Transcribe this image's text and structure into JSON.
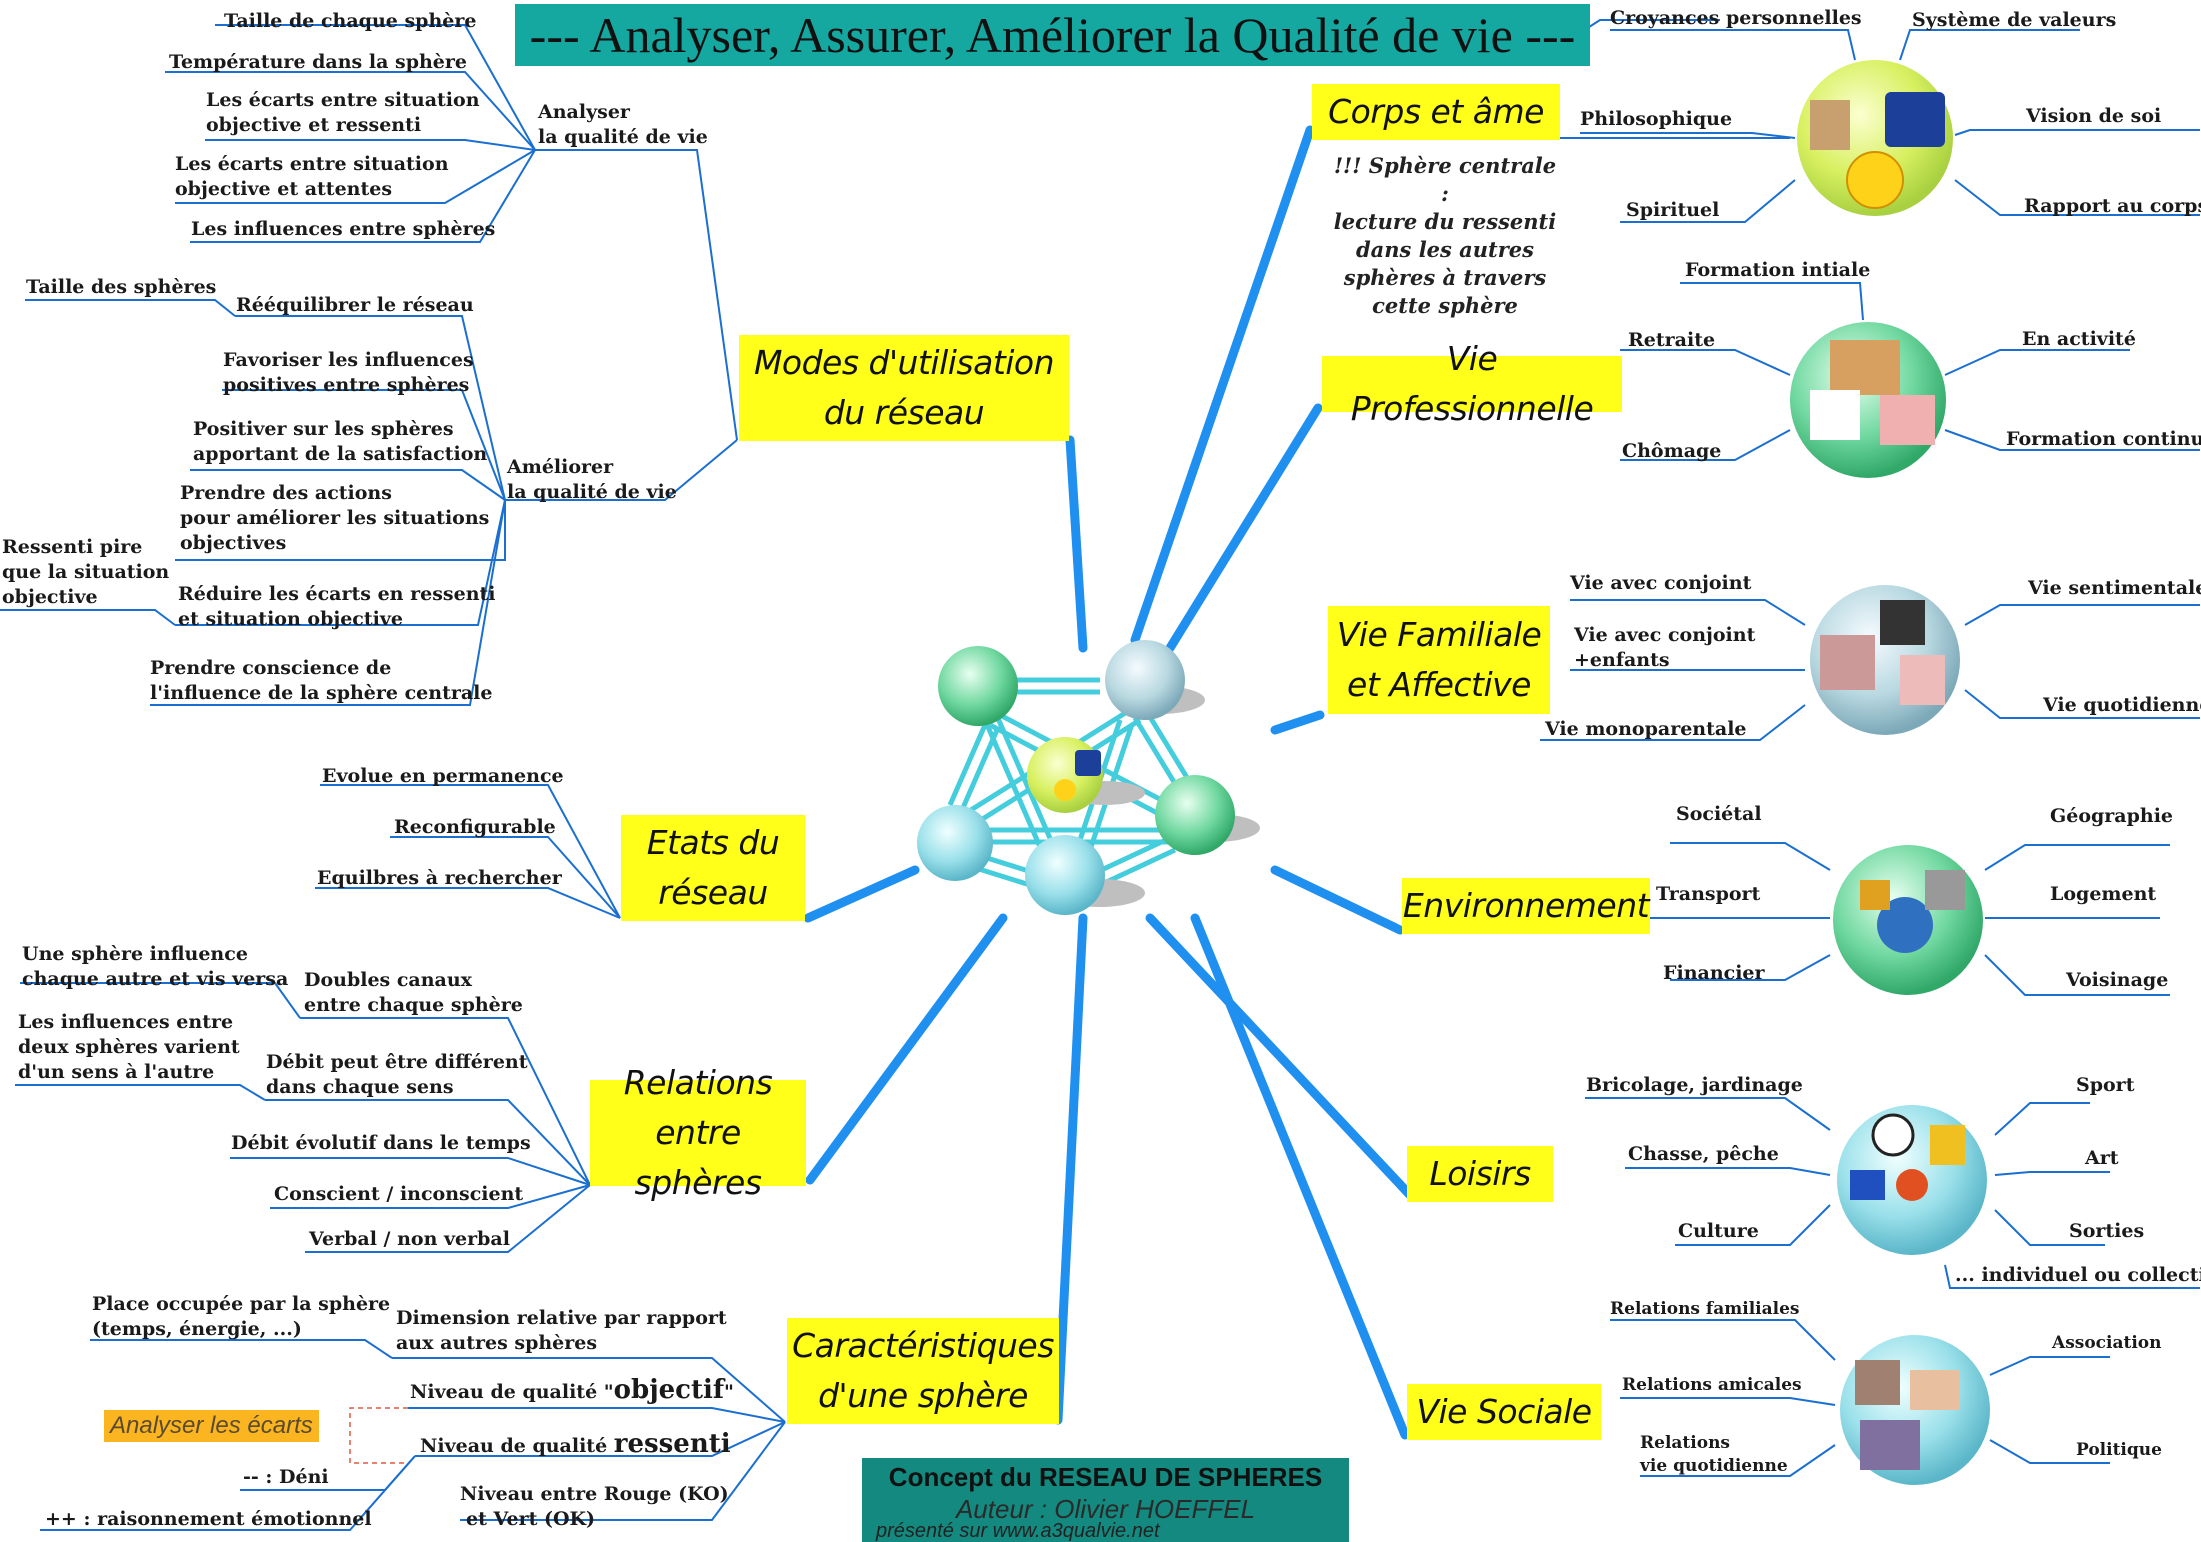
{
  "title": "--- Analyser, Assurer, Améliorer la Qualité de vie ---",
  "credits": {
    "concept": "Concept du RESEAU DE SPHERES",
    "author": "Auteur : Olivier HOEFFEL",
    "site": "présenté sur www.a3qualvie.net"
  },
  "branches": {
    "corps": "Corps et âme",
    "pro": "Vie Professionnelle",
    "famille_1": "Vie Familiale",
    "famille_2": "et Affective",
    "env": "Environnement",
    "loisirs": "Loisirs",
    "sociale": "Vie Sociale",
    "modes_1": "Modes d'utilisation",
    "modes_2": "du réseau",
    "etats_1": "Etats du",
    "etats_2": "réseau",
    "relations_1": "Relations",
    "relations_2": "entre sphères",
    "carac_1": "Caractéristiques",
    "carac_2": "d'une sphère"
  },
  "corps_note": [
    "!!! Sphère centrale :",
    "lecture du ressenti",
    "dans les autres",
    "sphères à travers",
    "cette sphère"
  ],
  "corps_leaves": {
    "croyances": "Croyances personnelles",
    "valeurs": "Système de valeurs",
    "philo": "Philosophique",
    "vision": "Vision de soi",
    "spirituel": "Spirituel",
    "rapport": "Rapport au corps"
  },
  "pro_leaves": {
    "formation_init": "Formation intiale",
    "retraite": "Retraite",
    "activite": "En activité",
    "chomage": "Chômage",
    "formation_cont": "Formation continue"
  },
  "famille_leaves": {
    "conjoint": "Vie avec conjoint",
    "conjoint_enf_1": "Vie avec conjoint",
    "conjoint_enf_2": "+enfants",
    "mono": "Vie monoparentale",
    "sentimentale": "Vie sentimentale",
    "quotidienne": "Vie quotidienne"
  },
  "env_leaves": {
    "societal": "Sociétal",
    "transport": "Transport",
    "financier": "Financier",
    "geo": "Géographie",
    "logement": "Logement",
    "voisinage": "Voisinage"
  },
  "loisirs_leaves": {
    "bricolage": "Bricolage, jardinage",
    "chasse": "Chasse, pêche",
    "culture": "Culture",
    "sport": "Sport",
    "art": "Art",
    "sorties": "Sorties",
    "indiv": "... individuel ou collectif"
  },
  "sociale_leaves": {
    "familiales": "Relations familiales",
    "amicales": "Relations amicales",
    "quot_1": "Relations",
    "quot_2": "vie quotidienne",
    "association": "Association",
    "politique": "Politique"
  },
  "modes": {
    "analyser_1": "Analyser",
    "analyser_2": "la qualité de vie",
    "taille": "Taille de chaque sphère",
    "temperature": "Température dans la sphère",
    "ecarts_ress_1": "Les écarts entre situation",
    "ecarts_ress_2": "objective et ressenti",
    "ecarts_att_1": "Les écarts entre situation",
    "ecarts_att_2": "objective et attentes",
    "influences": "Les influences entre sphères",
    "ameliorer_1": "Améliorer",
    "ameliorer_2": "la qualité de vie",
    "reequilibrer": "Rééquilibrer le réseau",
    "taille_spheres": "Taille des sphères",
    "favoriser_1": "Favoriser les influences",
    "favoriser_2": "positives entre sphères",
    "positiver_1": "Positiver sur les sphères",
    "positiver_2": "apportant de la satisfaction",
    "actions_1": "Prendre des actions",
    "actions_2": "pour améliorer les situations",
    "actions_3": "objectives",
    "reduire_1": "Réduire les écarts en ressenti",
    "reduire_2": "et situation objective",
    "ressenti_1": "Ressenti pire",
    "ressenti_2": "que la situation",
    "ressenti_3": "objective",
    "conscience_1": "Prendre conscience de",
    "conscience_2": "l'influence de la sphère centrale"
  },
  "etats": {
    "evolue": "Evolue en permanence",
    "reconf": "Reconfigurable",
    "equilibres": "Equilbres à rechercher"
  },
  "relations": {
    "influence_1": "Une sphère influence",
    "influence_2": "chaque autre et vis versa",
    "doubles_1": "Doubles canaux",
    "doubles_2": "entre chaque sphère",
    "varient_1": "Les influences entre",
    "varient_2": "deux sphères varient",
    "varient_3": "d'un sens à l'autre",
    "debit_1": "Débit peut être différent",
    "debit_2": "dans chaque sens",
    "evolutif": "Débit évolutif dans le temps",
    "conscient": "Conscient / inconscient",
    "verbal": "Verbal / non verbal"
  },
  "carac": {
    "place_1": "Place occupée par la sphère",
    "place_2": "(temps, énergie, ...)",
    "dimension_1": "Dimension relative par rapport",
    "dimension_2": "aux autres sphères",
    "objectif_a": "Niveau de qualité \"",
    "objectif_b": "objectif",
    "objectif_c": "\"",
    "ressenti_a": "Niveau de qualité ",
    "ressenti_b": "ressenti",
    "analyser_ecarts": "Analyser les écarts",
    "deni": "-- : Déni",
    "emotionnel": "++ : raisonnement émotionnel",
    "rouge_1": "Niveau entre Rouge (KO)",
    "rouge_2": "et Vert (OK)"
  },
  "colors": {
    "title_bg": "#14a8a0",
    "branch_bg": "#ffff1a",
    "line_blue": "#1a6fd0",
    "main_blue": "#1f8ff0",
    "channel_cyan": "#44cddc",
    "credits_bg": "#13897f"
  }
}
